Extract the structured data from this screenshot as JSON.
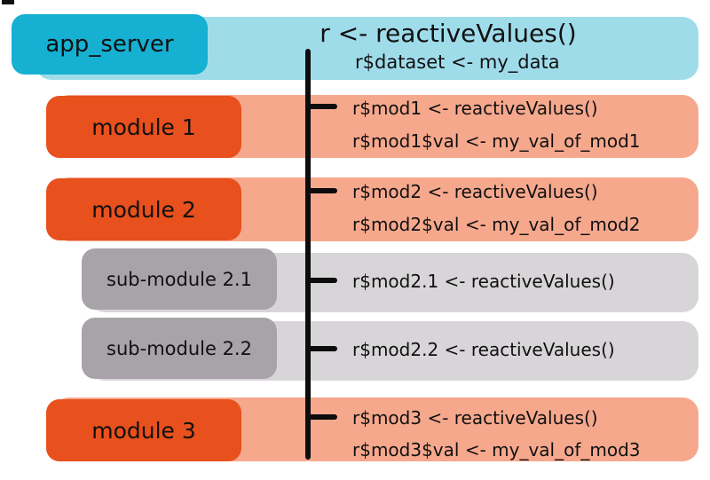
{
  "diagram": {
    "app": {
      "box_label": "app_server",
      "code_line1": "r <- reactiveValues()",
      "code_line2": "r$dataset <- my_data"
    },
    "rows": [
      {
        "label": "module 1",
        "line1": "r$mod1 <- reactiveValues()",
        "line2": "r$mod1$val <- my_val_of_mod1"
      },
      {
        "label": "module 2",
        "line1": "r$mod2 <- reactiveValues()",
        "line2": "r$mod2$val <- my_val_of_mod2"
      },
      {
        "label": "sub-module 2.1",
        "line1": "r$mod2.1 <- reactiveValues()"
      },
      {
        "label": "sub-module 2.2",
        "line1": "r$mod2.2 <- reactiveValues()"
      },
      {
        "label": "module 3",
        "line1": "r$mod3 <- reactiveValues()",
        "line2": "r$mod3$val <- my_val_of_mod3"
      }
    ],
    "colors": {
      "app_band": "#9fdcea",
      "app_box": "#15b0d2",
      "module_band": "#f6a88d",
      "module_box": "#e8501d",
      "submodule_band": "#d8d5d8",
      "submodule_box": "#a8a3a8",
      "timeline": "#0d0d0d",
      "text": "#111111",
      "background": "#ffffff"
    }
  }
}
